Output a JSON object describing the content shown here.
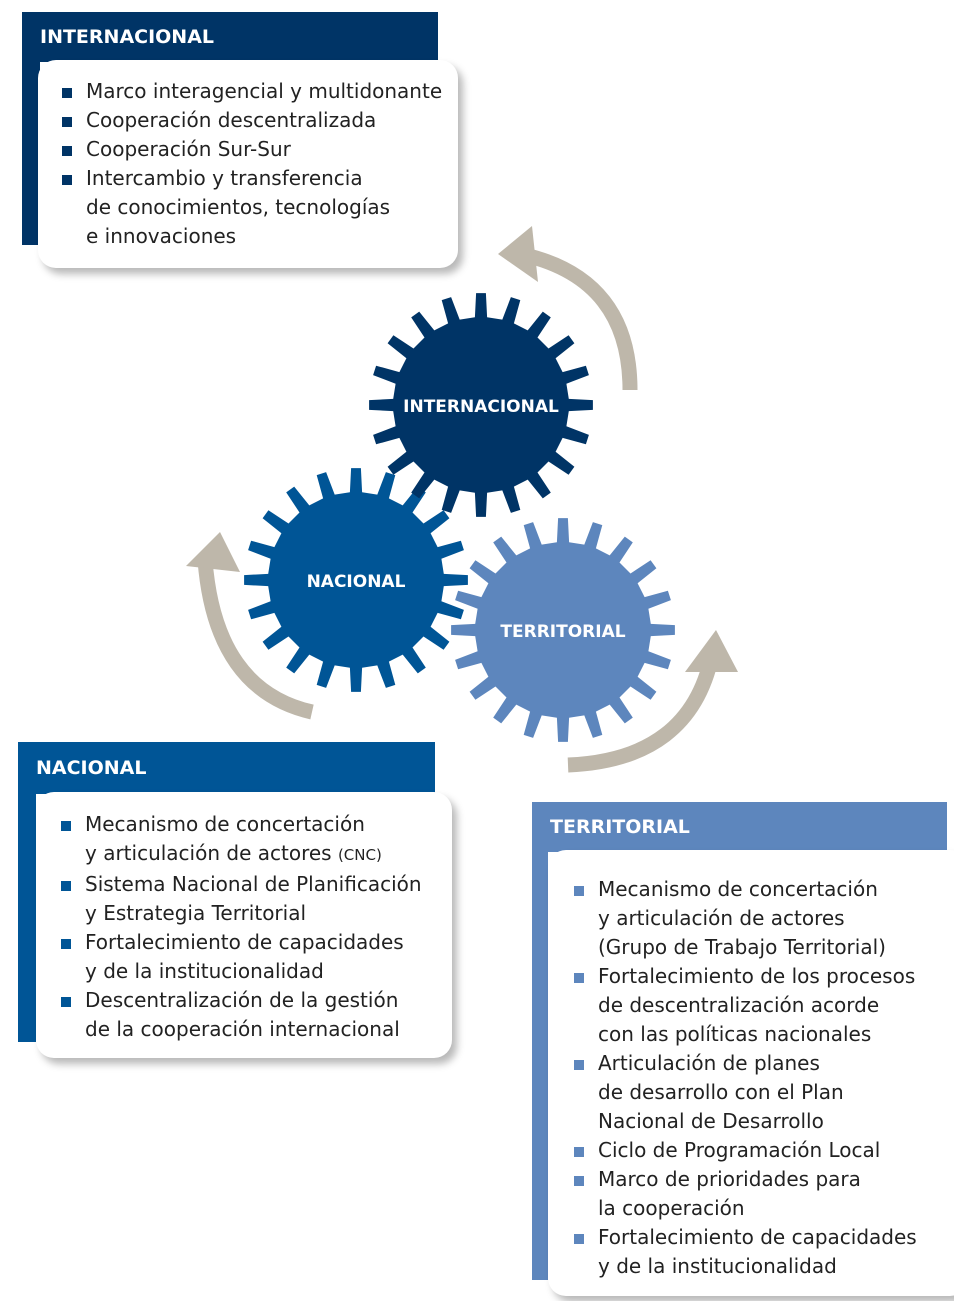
{
  "colors": {
    "internacional": "#003466",
    "nacional": "#005596",
    "territorial": "#5d86bd",
    "arrow": "#beb7aa"
  },
  "internacional": {
    "title": "INTERNACIONAL",
    "items": [
      "Marco interagencial y multidonante",
      "Cooperación descentralizada",
      "Cooperación Sur-Sur",
      "Intercambio y transferencia\nde conocimientos, tecnologías\ne innovaciones"
    ]
  },
  "nacional": {
    "title": "NACIONAL",
    "item1": "Mecanismo de concertación\ny articulación de actores ",
    "item1_suffix": "(CNC)",
    "items": [
      "Sistema Nacional de Planificación\ny Estrategia Territorial",
      "Fortalecimiento de capacidades\ny de la institucionalidad",
      "Descentralización de la gestión\nde la cooperación internacional"
    ]
  },
  "territorial": {
    "title": "TERRITORIAL",
    "items": [
      "Mecanismo de concertación\ny articulación de actores\n(Grupo de Trabajo Territorial)",
      "Fortalecimiento de los procesos\nde descentralización acorde\ncon las políticas nacionales",
      "Articulación de planes\nde desarrollo con el Plan\nNacional de Desarrollo",
      "Ciclo de Programación Local",
      "Marco de prioridades para\nla cooperación",
      "Fortalecimiento de capacidades\ny de la institucionalidad"
    ]
  },
  "gears": {
    "internacional": "INTERNACIONAL",
    "nacional": "NACIONAL",
    "territorial": "TERRITORIAL"
  }
}
